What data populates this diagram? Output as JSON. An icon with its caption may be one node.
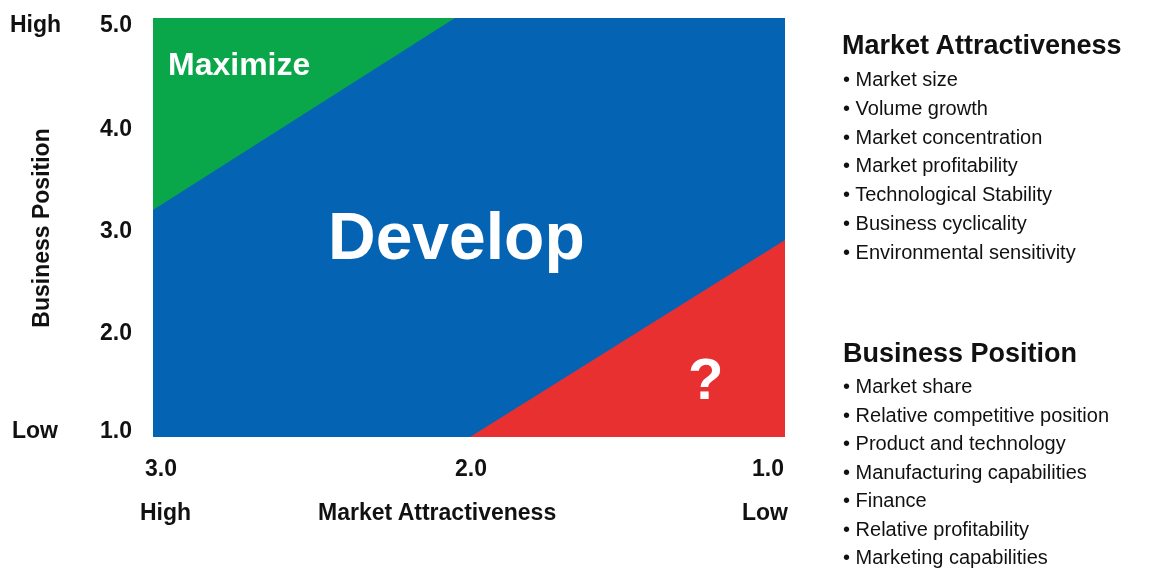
{
  "diagram": {
    "nodes": [
      {
        "text": [
          "Develop"
        ]
      },
      {
        "text": [
          "Maximize"
        ],
        "in": 0
      },
      {
        "text": [
          "?"
        ],
        "in": 0
      }
    ],
    "edges": [],
    "labels": [
      "High",
      "5.0",
      "Business Position",
      "4.0",
      "3.0",
      "2.0",
      "Low",
      "1.0",
      "3.0",
      "2.0",
      "1.0",
      "High",
      "Market Attractiveness",
      "Low",
      "Market Attractiveness",
      "• Market size",
      "• Volume growth",
      "• Market concentration",
      "• Market profitability",
      "• Technological Stability",
      "• Business cyclicality",
      "• Environmental sensitivity",
      "Business Position",
      "• Market share",
      "• Relative competitive position",
      "• Product and technology",
      "• Manufacturing capabilities",
      "• Finance",
      "• Relative profitability",
      "• Marketing capabilities"
    ]
  }
}
